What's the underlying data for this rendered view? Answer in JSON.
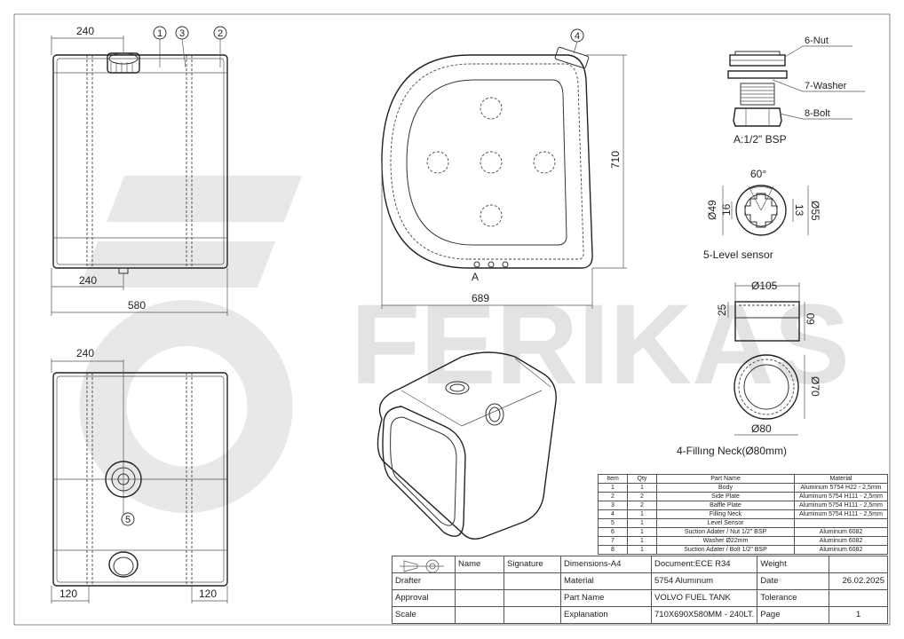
{
  "brand": {
    "watermark": "FERIKAS"
  },
  "views": {
    "front": {
      "dims": {
        "top": "240",
        "inner": "240",
        "total": "580"
      },
      "balloons": [
        "1",
        "3",
        "2"
      ]
    },
    "bottom": {
      "dims": {
        "top": "240",
        "left": "120",
        "right": "120"
      },
      "balloon": "5"
    },
    "side": {
      "dims": {
        "height": "710",
        "width": "689"
      },
      "balloon": "4",
      "detail_ref": "A"
    }
  },
  "details": {
    "nut_bolt": {
      "labels": [
        "6-Nut",
        "7-Washer",
        "8-Bolt"
      ],
      "caption": "A:1/2\" BSP"
    },
    "level_sensor": {
      "angle": "60°",
      "dims": [
        "Ø49",
        "16",
        "13",
        "Ø55"
      ],
      "caption": "5-Level sensor"
    },
    "filling_neck": {
      "dims": [
        "Ø105",
        "25",
        "60",
        "Ø70",
        "Ø80"
      ],
      "caption": "4-Fillıng Neck(Ø80mm)"
    }
  },
  "parts_table": {
    "headers": [
      "Item",
      "Qty",
      "Part Name",
      "Material"
    ],
    "rows": [
      [
        "1",
        "1",
        "Body",
        "Aluminum 5754 H22 - 2,5mm"
      ],
      [
        "2",
        "2",
        "Side Plate",
        "Aluminum 5754 H111 - 2,5mm"
      ],
      [
        "3",
        "2",
        "Baffle Plate",
        "Aluminum 5754 H111 - 2,5mm"
      ],
      [
        "4",
        "1",
        "Filling Neck",
        "Aluminum 5754 H111 - 2,5mm"
      ],
      [
        "5",
        "1",
        "Level Sensor",
        ""
      ],
      [
        "6",
        "1",
        "Suction Adater / Nut 1/2\" BSP",
        "Aluminum 6082"
      ],
      [
        "7",
        "1",
        "Washer Ø22mm",
        "Aluminum 6082"
      ],
      [
        "8",
        "1",
        "Suction Adater / Bolt 1/2\" BSP",
        "Aluminum 6082"
      ]
    ]
  },
  "title_block": {
    "row1": {
      "c2": "Name",
      "c3": "Signature",
      "c4": "Dimensions-A4",
      "c5": "Document:ECE R34",
      "c6": "Weight",
      "c7": ""
    },
    "row2": {
      "c1": "Drafter",
      "c4": "Material",
      "c5": "5754 Alumınum",
      "c6": "Date",
      "c7": "26.02.2025"
    },
    "row3": {
      "c1": "Approval",
      "c4": "Part Name",
      "c5": "VOLVO FUEL TANK",
      "c6": "Tolerance",
      "c7": ""
    },
    "row4": {
      "c1": "Scale",
      "c4": "Explanation",
      "c5": "710X690X580MM - 240LT.",
      "c6": "Page",
      "c7": "1"
    }
  },
  "colors": {
    "line": "#333333",
    "watermark": "#e3e3e3",
    "dim_accent": "#9a9a3a"
  }
}
